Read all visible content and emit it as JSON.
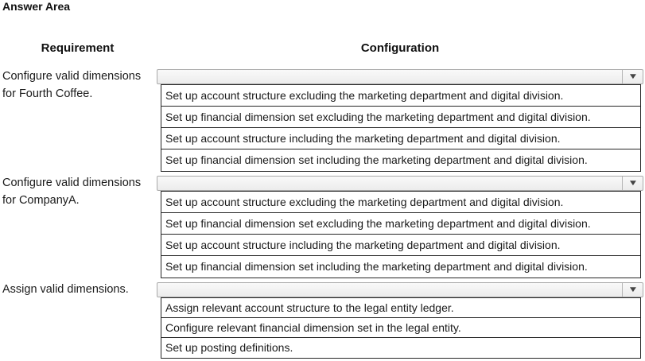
{
  "page": {
    "title": "Answer Area"
  },
  "headers": {
    "requirement": "Requirement",
    "configuration": "Configuration"
  },
  "icons": {
    "dropdown_caret": "▼"
  },
  "colors": {
    "text": "#1a1a1a",
    "options_border": "#262626",
    "combobox_border": "#a9a9a9",
    "combobox_bg": "#f2f2f2",
    "caret": "#444444"
  },
  "groups": [
    {
      "requirement": "Configure valid dimensions for Fourth Coffee.",
      "dropdown_value": "",
      "options": [
        "Set up account structure excluding the marketing department and digital division.",
        "Set up financial dimension set excluding the marketing department and digital division.",
        "Set up account structure including the marketing department and digital division.",
        "Set up financial dimension set including the marketing department and digital division."
      ]
    },
    {
      "requirement": "Configure valid dimensions for CompanyA.",
      "dropdown_value": "",
      "options": [
        "Set up account structure excluding the marketing department and digital division.",
        "Set up financial dimension set excluding the marketing department and digital division.",
        "Set up account structure including the marketing department and digital division.",
        "Set up financial dimension set including the marketing department and digital division."
      ]
    },
    {
      "requirement": "Assign valid dimensions.",
      "dropdown_value": "",
      "options": [
        "Assign relevant account structure to the legal entity ledger.",
        "Configure relevant financial dimension set in the legal entity.",
        "Set up posting definitions."
      ]
    }
  ]
}
